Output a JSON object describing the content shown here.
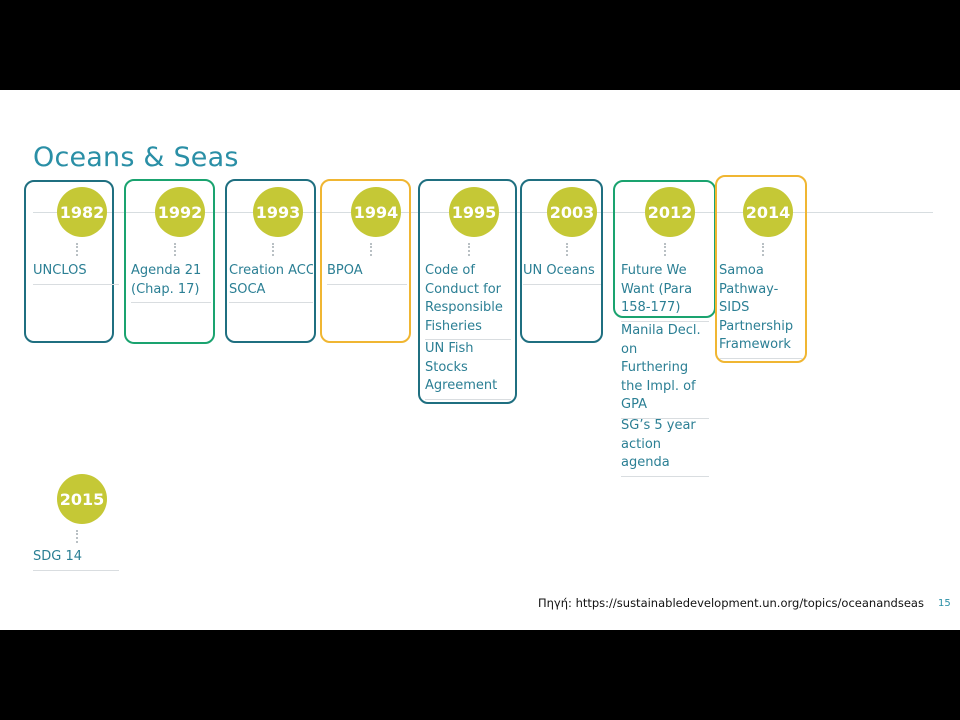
{
  "slide": {
    "title": "Oceans & Seas",
    "page_number": "15",
    "source_label": "Πηγή:",
    "source_url": "https://sustainabledevelopment.un.org/topics/oceanandseas"
  },
  "timeline": [
    {
      "year": "1982",
      "items": [
        "UNCLOS"
      ]
    },
    {
      "year": "1992",
      "items": [
        "Agenda 21\n(Chap. 17)"
      ]
    },
    {
      "year": "1993",
      "items": [
        "Creation ACC\nSOCA"
      ]
    },
    {
      "year": "1994",
      "items": [
        "BPOA"
      ]
    },
    {
      "year": "1995",
      "items": [
        "Code of\nConduct for\nResponsible\nFisheries",
        "UN Fish\nStocks\nAgreement"
      ]
    },
    {
      "year": "2003",
      "items": [
        "UN Oceans"
      ]
    },
    {
      "year": "2012",
      "items": [
        "Future We\nWant (Para\n158-177)",
        "Manila Decl.\non\nFurthering\nthe Impl. of\nGPA",
        "SG’s 5 year\naction\nagenda"
      ]
    },
    {
      "year": "2014",
      "items": [
        "Samoa\nPathway-\nSIDS\nPartnership\nFramework"
      ]
    },
    {
      "year": "2015",
      "items": [
        "SDG 14"
      ]
    }
  ],
  "highlight_colors": {
    "teal": "#1f6f80",
    "green": "#1aa36f",
    "yellow": "#f0b632"
  }
}
